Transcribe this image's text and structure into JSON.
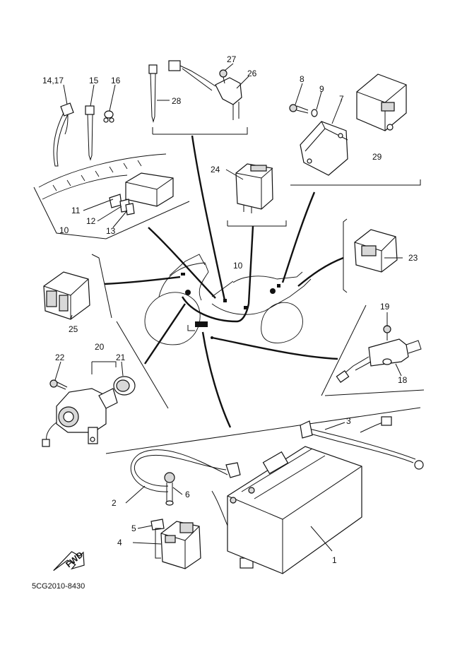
{
  "diagram": {
    "code": "5CG2010-8430",
    "fwd_label": "FWD",
    "labels": {
      "p1": "1",
      "p2": "2",
      "p3": "3",
      "p4": "4",
      "p5": "5",
      "p6": "6",
      "p7": "7",
      "p8": "8",
      "p9": "9",
      "p10a": "10",
      "p10b": "10",
      "p11": "11",
      "p12": "12",
      "p13": "13",
      "p14_17": "14,17",
      "p15": "15",
      "p16": "16",
      "p18": "18",
      "p19": "19",
      "p20": "20",
      "p21": "21",
      "p22": "22",
      "p23": "23",
      "p24": "24",
      "p25": "25",
      "p26": "26",
      "p27": "27",
      "p28": "28",
      "p29": "29"
    }
  }
}
